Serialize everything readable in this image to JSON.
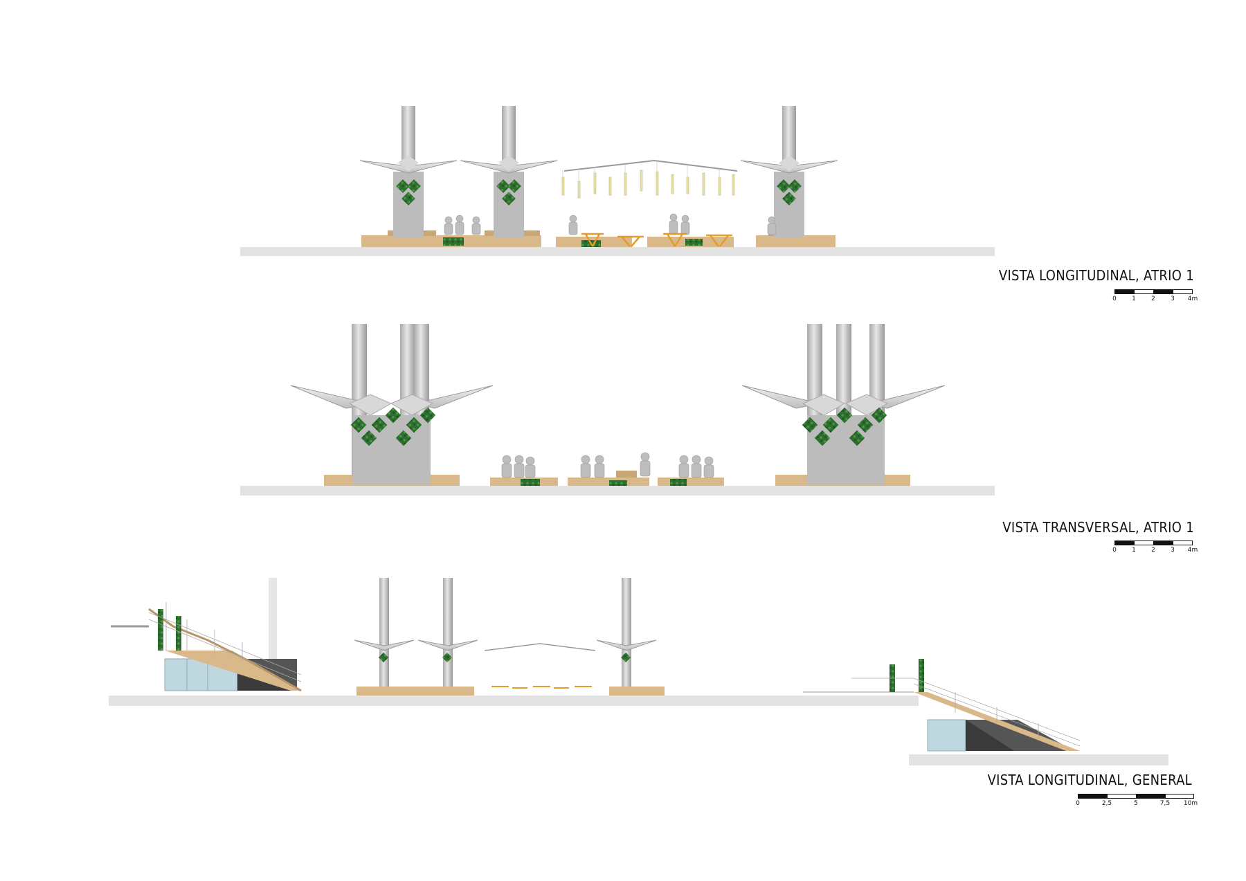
{
  "views": [
    {
      "title": "VISTA LONGITUDINAL, ATRIO 1",
      "scale_ticks": [
        "0",
        "1",
        "2",
        "3",
        "4m"
      ]
    },
    {
      "title": "VISTA TRANSVERSAL, ATRIO 1",
      "scale_ticks": [
        "0",
        "1",
        "2",
        "3",
        "4m"
      ]
    },
    {
      "title": "VISTA LONGITUDINAL, GENERAL",
      "scale_ticks": [
        "0",
        "2,5",
        "5",
        "7,5",
        "10m"
      ]
    }
  ],
  "colors": {
    "ground": "#e3e3e3",
    "column": "#c9c9c9",
    "column_dark": "#9c9c9c",
    "wood": "#d9b98a",
    "wood_dark": "#b89466",
    "plant": "#2f7a34",
    "furniture": "#e59b2a",
    "glass": "#bfd8df",
    "stair_dark": "#3a3a3a",
    "person": "#bdbdbd"
  }
}
